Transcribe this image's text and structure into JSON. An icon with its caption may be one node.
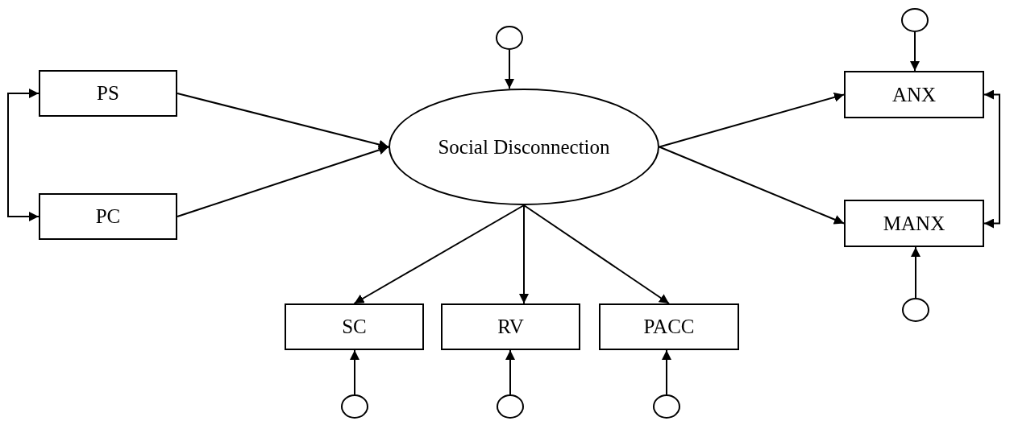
{
  "diagram": {
    "nodes": [
      {
        "text": [],
        "shape": "circle"
      },
      {
        "text": [],
        "shape": "circle"
      },
      {
        "text": [
          "PS"
        ]
      },
      {
        "text": [
          "Social Disconnection"
        ]
      },
      {
        "text": [
          "ANX"
        ]
      },
      {
        "text": [
          "PC"
        ]
      },
      {
        "text": [
          "MANX"
        ]
      },
      {
        "text": [
          "SC"
        ]
      },
      {
        "text": [
          "RV"
        ]
      },
      {
        "text": [
          "PACC"
        ]
      },
      {
        "text": [],
        "shape": "circle"
      },
      {
        "text": [],
        "shape": "circle"
      },
      {
        "text": [],
        "shape": "circle"
      },
      {
        "text": [],
        "shape": "circle"
      }
    ],
    "edges": [
      {
        "from": 0,
        "to": 3,
        "arrow": "to"
      },
      {
        "from": 1,
        "to": 4,
        "arrow": "to"
      },
      {
        "from": 2,
        "to": 3,
        "arrow": "to"
      },
      {
        "from": 5,
        "to": 3,
        "arrow": "to"
      },
      {
        "from": 3,
        "to": 4,
        "arrow": "to"
      },
      {
        "from": 3,
        "to": 6,
        "arrow": "to"
      },
      {
        "from": 3,
        "to": 7,
        "arrow": "to"
      },
      {
        "from": 3,
        "to": 8,
        "arrow": "to"
      },
      {
        "from": 3,
        "to": 9,
        "arrow": "to"
      },
      {
        "from": 10,
        "to": 6,
        "arrow": "to"
      },
      {
        "from": 11,
        "to": 7,
        "arrow": "to"
      },
      {
        "from": 12,
        "to": 8,
        "arrow": "to"
      },
      {
        "from": 13,
        "to": 9,
        "arrow": "to"
      },
      {
        "from": 2,
        "to": 5,
        "arrow": "both"
      },
      {
        "from": 4,
        "to": 6,
        "arrow": "both"
      }
    ]
  }
}
